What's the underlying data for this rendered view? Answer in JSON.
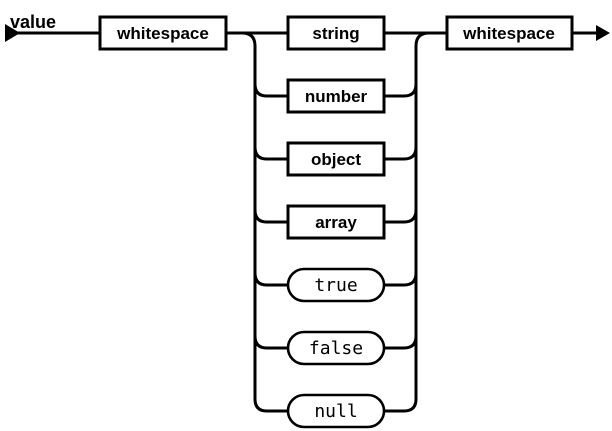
{
  "diagram": {
    "rule_name": "value",
    "kind_legend": {
      "rectangle": "non-terminal",
      "rounded": "terminal"
    },
    "nodes": {
      "whitespace_left": {
        "label": "whitespace",
        "kind": "non-terminal"
      },
      "string": {
        "label": "string",
        "kind": "non-terminal"
      },
      "number": {
        "label": "number",
        "kind": "non-terminal"
      },
      "object": {
        "label": "object",
        "kind": "non-terminal"
      },
      "array": {
        "label": "array",
        "kind": "non-terminal"
      },
      "true": {
        "label": "true",
        "kind": "terminal"
      },
      "false": {
        "label": "false",
        "kind": "terminal"
      },
      "null": {
        "label": "null",
        "kind": "terminal"
      },
      "whitespace_right": {
        "label": "whitespace",
        "kind": "non-terminal"
      }
    },
    "colors": {
      "line": "#000000",
      "text": "#000000",
      "background": "#ffffff",
      "box_fill": "#ffffff"
    }
  }
}
